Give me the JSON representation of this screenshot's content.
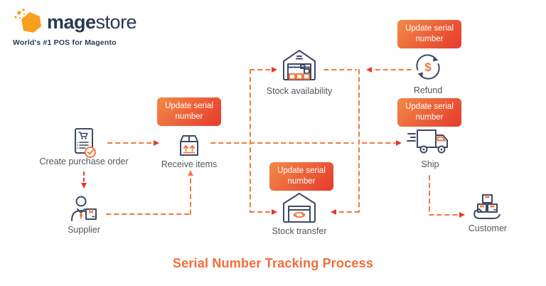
{
  "logo": {
    "brand_bold": "mage",
    "brand_light": "store",
    "tagline": "World's #1 POS for Magento"
  },
  "diagram": {
    "title": "Serial Number Tracking Process",
    "badge": {
      "line1": "Update serial",
      "line2": "number"
    },
    "refund_symbol": "$",
    "nodes": {
      "create_purchase_order": "Create purchase order",
      "supplier": "Supplier",
      "receive_items": "Receive items",
      "stock_availability": "Stock availability",
      "stock_transfer": "Stock transfer",
      "refund": "Refund",
      "ship": "Ship",
      "customer": "Customer"
    },
    "edges": [
      {
        "from": "create_purchase_order",
        "to": "receive_items"
      },
      {
        "from": "create_purchase_order",
        "to": "supplier"
      },
      {
        "from": "supplier",
        "to": "receive_items"
      },
      {
        "from": "receive_items",
        "to": "stock_availability"
      },
      {
        "from": "receive_items",
        "to": "stock_transfer"
      },
      {
        "from": "receive_items",
        "to": "ship"
      },
      {
        "from": "refund",
        "to": "stock_availability"
      },
      {
        "from": "refund",
        "to": "stock_transfer"
      },
      {
        "from": "ship",
        "to": "customer"
      }
    ]
  },
  "colors": {
    "icon_navy": "#3d4966",
    "label_gray": "#54565b",
    "dash_orange": "#f2793c",
    "arrow_red": "#e5392b",
    "badge_gradient_start": "#f28a47",
    "badge_gradient_end": "#e63a2c",
    "title_orange": "#f26c39",
    "logo_orange": "#f6a01e",
    "logo_navy": "#263a53"
  }
}
